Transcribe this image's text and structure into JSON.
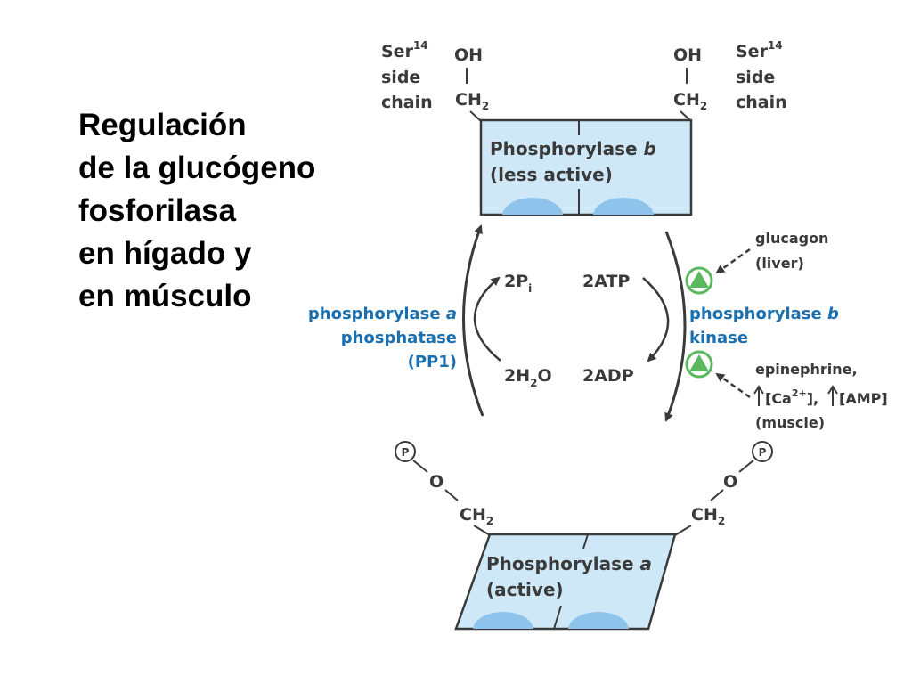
{
  "title": {
    "lines": [
      "Regulación",
      "de la glucógeno",
      "fosforilasa",
      "en hígado y",
      "en músculo"
    ]
  },
  "top": {
    "ser_left": {
      "name": "Ser",
      "sup": "14",
      "line2": "side",
      "line3": "chain"
    },
    "ser_right": {
      "name": "Ser",
      "sup": "14",
      "line2": "side",
      "line3": "chain"
    },
    "oh": "OH",
    "ch2": "CH",
    "ch2_sub": "2",
    "enzyme_name": "Phosphorylase ",
    "enzyme_letter": "b",
    "enzyme_state": "(less active)"
  },
  "middle": {
    "phosphatase": {
      "name": "phosphorylase ",
      "letter": "a",
      "line2": "phosphatase",
      "line3": "(PP1)"
    },
    "pi": {
      "coef": "2P",
      "sub": "i"
    },
    "water": {
      "coef": "2H",
      "sub": "2",
      "tail": "O"
    },
    "atp": "2ATP",
    "adp": "2ADP",
    "kinase": {
      "name": "phosphorylase ",
      "letter": "b",
      "line2": "kinase"
    },
    "glucagon": {
      "line1": "glucagon",
      "line2": "(liver)"
    },
    "epinephrine": {
      "line1": "epinephrine,",
      "ca": "[Ca",
      "ca_sup": "2+",
      "ca_tail": "],",
      "amp": "[AMP]",
      "line3": "(muscle)"
    }
  },
  "bottom": {
    "p": "P",
    "o": "O",
    "ch2": "CH",
    "ch2_sub": "2",
    "enzyme_name": "Phosphorylase ",
    "enzyme_letter": "a",
    "enzyme_state": "(active)"
  },
  "colors": {
    "box_fill": "#cfe8f8",
    "site_fill": "#8ec4ec",
    "accent_blue": "#1c6fae",
    "activator_green": "#5cb85c",
    "text_dark": "#3a3a3a"
  }
}
